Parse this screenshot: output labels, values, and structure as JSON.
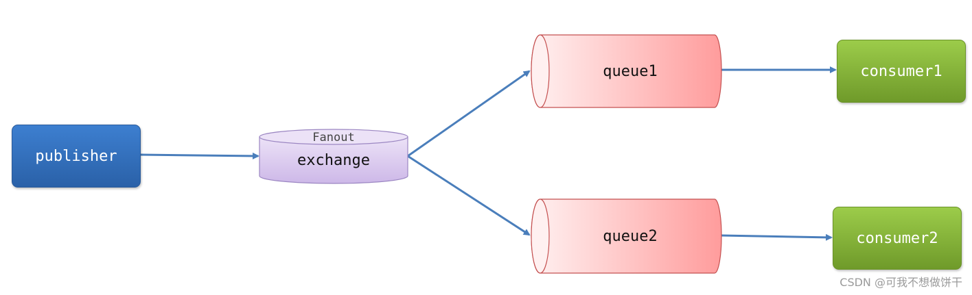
{
  "nodes": {
    "publisher": "publisher",
    "exchange_type": "Fanout",
    "exchange": "exchange",
    "queue1": "queue1",
    "queue2": "queue2",
    "consumer1": "consumer1",
    "consumer2": "consumer2"
  },
  "watermark": "CSDN @可我不想做饼干",
  "colors": {
    "edge": "#4a7ebb",
    "publisher": "#2f6cb8",
    "exchange": "#d9c9ee",
    "queue": "#ffa6a6",
    "consumer": "#87b33a"
  }
}
